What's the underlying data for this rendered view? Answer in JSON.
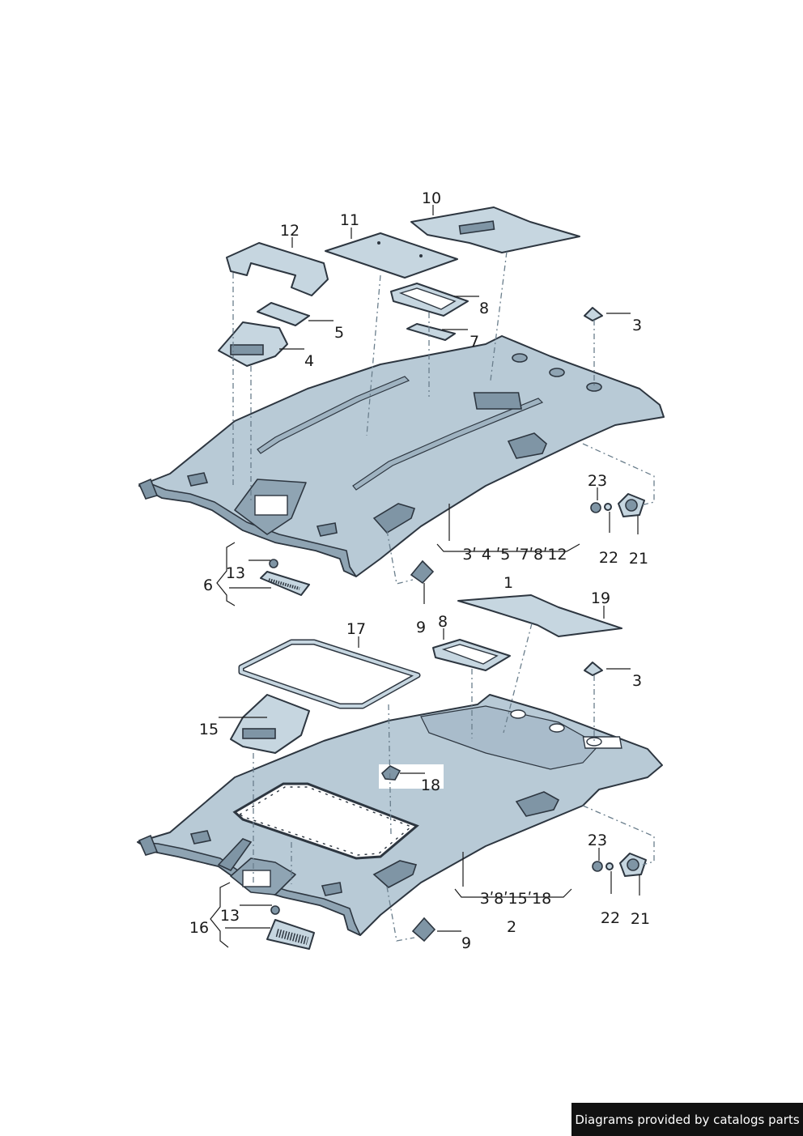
{
  "callouts": {
    "upper": {
      "c10": "10",
      "c11": "11",
      "c12": "12",
      "c8": "8",
      "c5": "5",
      "c7": "7",
      "c4": "4",
      "c3": "3",
      "c23": "23",
      "c22": "22",
      "c21": "21",
      "c13": "13",
      "c6": "6",
      "c9": "9",
      "group": "3ʹ 4 ʹ5 ʹ7ʹ8ʹ12"
    },
    "lower": {
      "c1": "1",
      "c19": "19",
      "c17": "17",
      "c8": "8",
      "c3": "3",
      "c15": "15",
      "c18": "18",
      "c23": "23",
      "c22": "22",
      "c21": "21",
      "c13": "13",
      "c16": "16",
      "c9": "9",
      "c2": "2",
      "group": "3ʹ8ʹ15ʹ18"
    }
  },
  "credit": "Diagrams provided by catalogs parts",
  "colors": {
    "shell": "#b8cad6",
    "outline": "#2d3640",
    "background": "#ffffff"
  }
}
